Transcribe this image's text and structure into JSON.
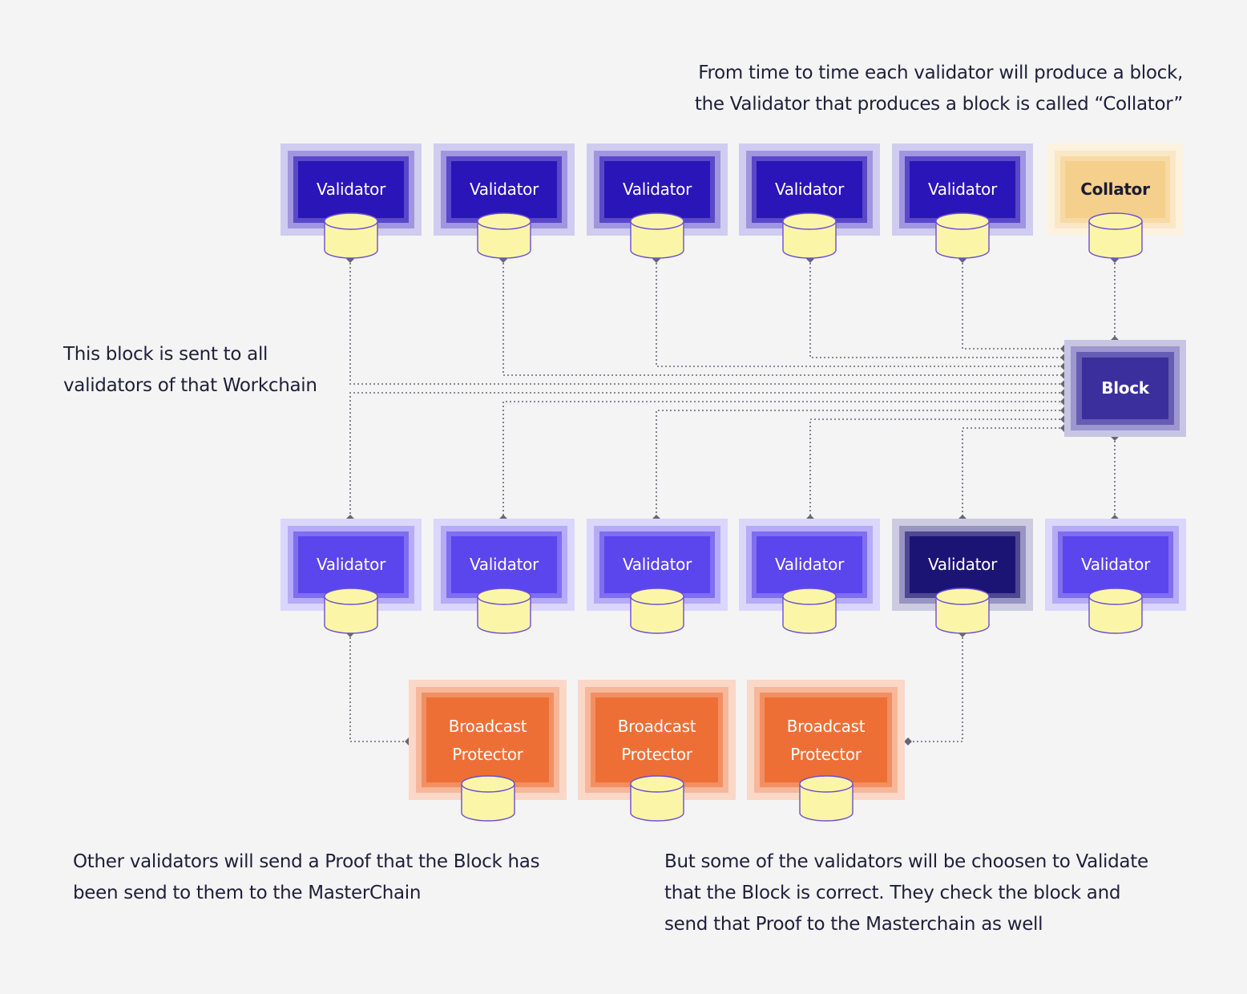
{
  "notes": {
    "collator_line1": "From time to time each validator will produce a block,",
    "collator_line2": "the Validator that produces a block is called “Collator”",
    "sent_line1": "This block is sent to all",
    "sent_line2": "validators of that Workchain",
    "proof_line1": "Other validators will send a Proof that the Block has",
    "proof_line2": "been send to them to the MasterChain",
    "validate_line1": "But some of the validators will be choosen to Validate",
    "validate_line2": "that the Block is correct. They check the block and",
    "validate_line3": "send that Proof to the Masterchain as well"
  },
  "top_row": [
    {
      "label": "Validator"
    },
    {
      "label": "Validator"
    },
    {
      "label": "Validator"
    },
    {
      "label": "Validator"
    },
    {
      "label": "Validator"
    },
    {
      "label": "Collator"
    }
  ],
  "block": {
    "label": "Block"
  },
  "bottom_row": [
    {
      "label": "Validator"
    },
    {
      "label": "Validator"
    },
    {
      "label": "Validator"
    },
    {
      "label": "Validator"
    },
    {
      "label": "Validator",
      "selected": true
    },
    {
      "label": "Validator"
    }
  ],
  "protectors": [
    {
      "line1": "Broadcast",
      "line2": "Protector"
    },
    {
      "line1": "Broadcast",
      "line2": "Protector"
    },
    {
      "line1": "Broadcast",
      "line2": "Protector"
    }
  ],
  "colors": {
    "validator_dark": "#2a15b8",
    "collator": "#f5cf8c",
    "block": "#3b2f9e",
    "validator_light": "#5b45ec",
    "validator_selected": "#1c1475",
    "protector": "#ee6f36",
    "storage": "#fbf5a8",
    "connector": "#666677"
  }
}
